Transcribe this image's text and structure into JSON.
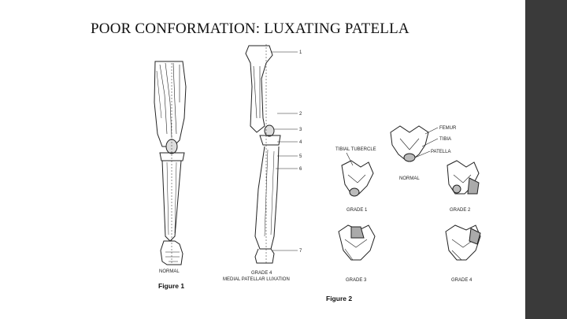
{
  "slide": {
    "title": "POOR CONFORMATION: LUXATING PATELLA"
  },
  "figure1": {
    "caption": "Figure 1",
    "normal_label": "NORMAL",
    "grade4_label_line1": "GRADE 4",
    "grade4_label_line2": "MEDIAL PATELLAR LUXATION",
    "callouts": [
      "1",
      "2",
      "3",
      "4",
      "5",
      "6",
      "7"
    ]
  },
  "figure2": {
    "caption": "Figure 2",
    "femur": "FEMUR",
    "tibia": "TIBIA",
    "patella": "PATELLA",
    "tibial_tubercle": "TIBIAL TUBERCLE",
    "normal": "NORMAL",
    "grade1": "GRADE 1",
    "grade2": "GRADE 2",
    "grade3": "GRADE 3",
    "grade4": "GRADE 4"
  }
}
